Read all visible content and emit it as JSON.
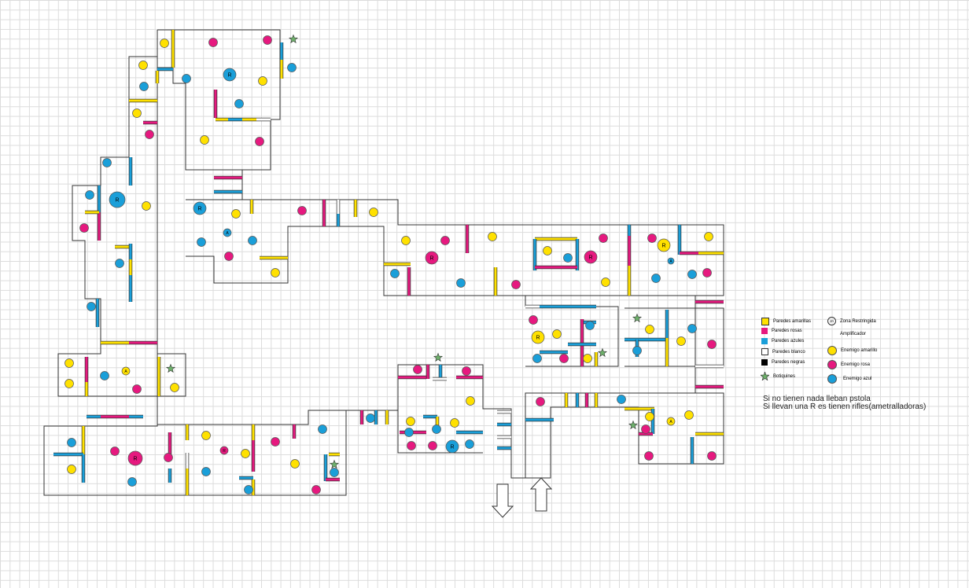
{
  "legend": {
    "yellow_walls": "Paredes amarillas",
    "pink_walls": "Paredes rosas",
    "blue_walls": "Paredes azules",
    "white_walls": "Paredes blanco",
    "black_walls": "Paredes negras",
    "medkits": "Botiquines",
    "restricted_zone": "Zona Restringida",
    "restricted_zone_symbol": "ZR",
    "amplifier": "Amplificador",
    "yellow_enemy": "Enemigo amarillo",
    "pink_enemy": "Enemigo rosa",
    "blue_enemy": "Enemigo azul"
  },
  "notes": {
    "line1": "Si no tienen nada lleban pstola",
    "line2": "Si llevan una R es tienen rifles(ametralladoras)"
  },
  "markers": {
    "rifle": "R",
    "amplifier": "A"
  },
  "colors": {
    "yellow": "#ffe100",
    "pink": "#e6197f",
    "blue": "#1a9fd9",
    "outline": "#333333",
    "medkit": "#6db06a"
  }
}
